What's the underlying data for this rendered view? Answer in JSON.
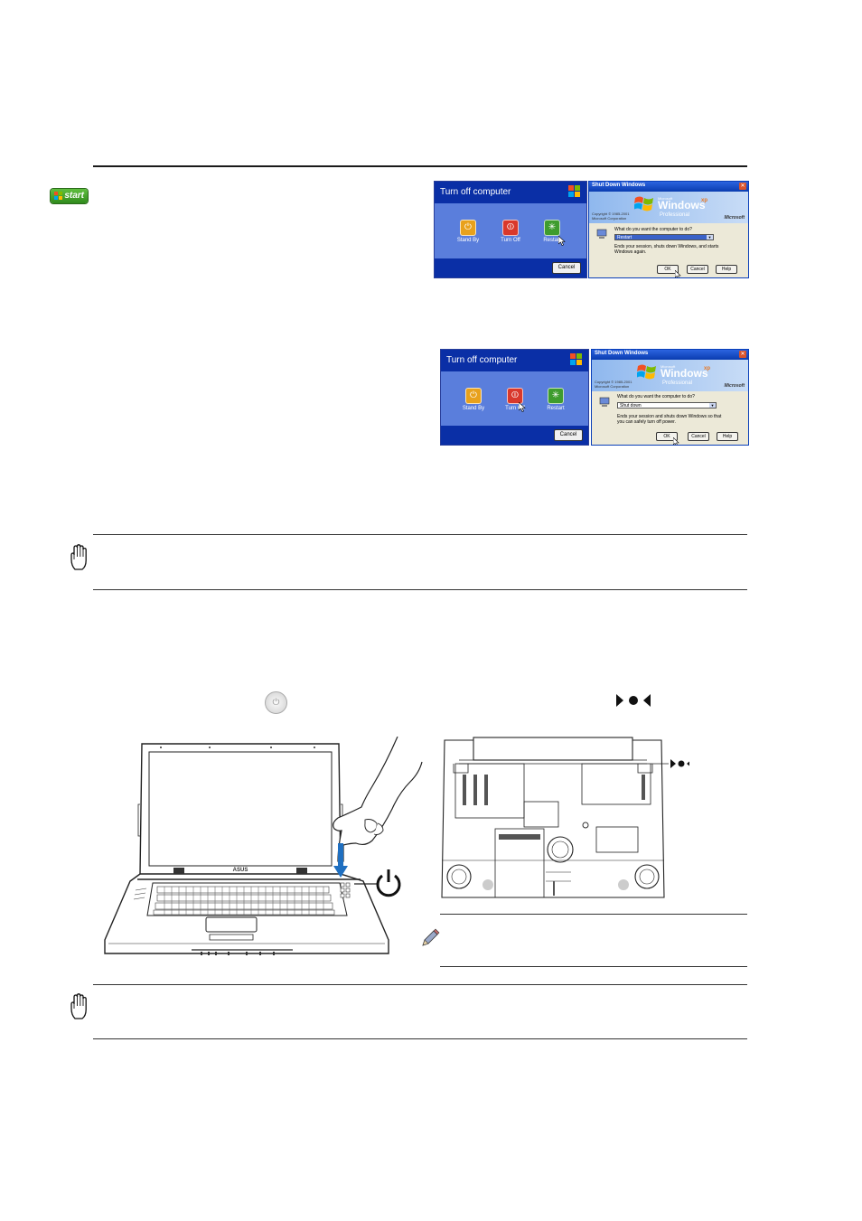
{
  "start_button": {
    "label": "start"
  },
  "dialog_restart": {
    "turnoff": {
      "title": "Turn off computer",
      "options": [
        "Stand By",
        "Turn Off",
        "Restart"
      ],
      "cancel": "Cancel"
    },
    "shutdown": {
      "title": "Shut Down Windows",
      "copyright": "Copyright © 1985-2001 Microsoft Corporation",
      "brand_small": "Microsoft",
      "brand": "Windows",
      "brand_sup": "xp",
      "edition": "Professional",
      "ms_logo": "Microsoft",
      "question": "What do you want the computer to do?",
      "selected": "Restart",
      "description": "Ends your session, shuts down Windows, and starts Windows again.",
      "buttons": [
        "OK",
        "Cancel",
        "Help"
      ]
    }
  },
  "dialog_shutdown": {
    "turnoff": {
      "title": "Turn off computer",
      "options": [
        "Stand By",
        "Turn Off",
        "Restart"
      ],
      "cancel": "Cancel"
    },
    "shutdown": {
      "title": "Shut Down Windows",
      "copyright": "Copyright © 1985-2001 Microsoft Corporation",
      "brand_small": "Microsoft",
      "brand": "Windows",
      "brand_sup": "xp",
      "edition": "Professional",
      "ms_logo": "Microsoft",
      "question": "What do you want the computer to do?",
      "selected": "Shut down",
      "description": "Ends your session and shuts down Windows so that you can safely turn off power.",
      "buttons": [
        "OK",
        "Cancel",
        "Help"
      ]
    }
  },
  "laptop": {
    "brand": "ASUS"
  },
  "colors": {
    "xp_blue": "#0a2fa6",
    "xp_panel": "#5a7edc",
    "arrow_blue": "#1f6fc0"
  }
}
